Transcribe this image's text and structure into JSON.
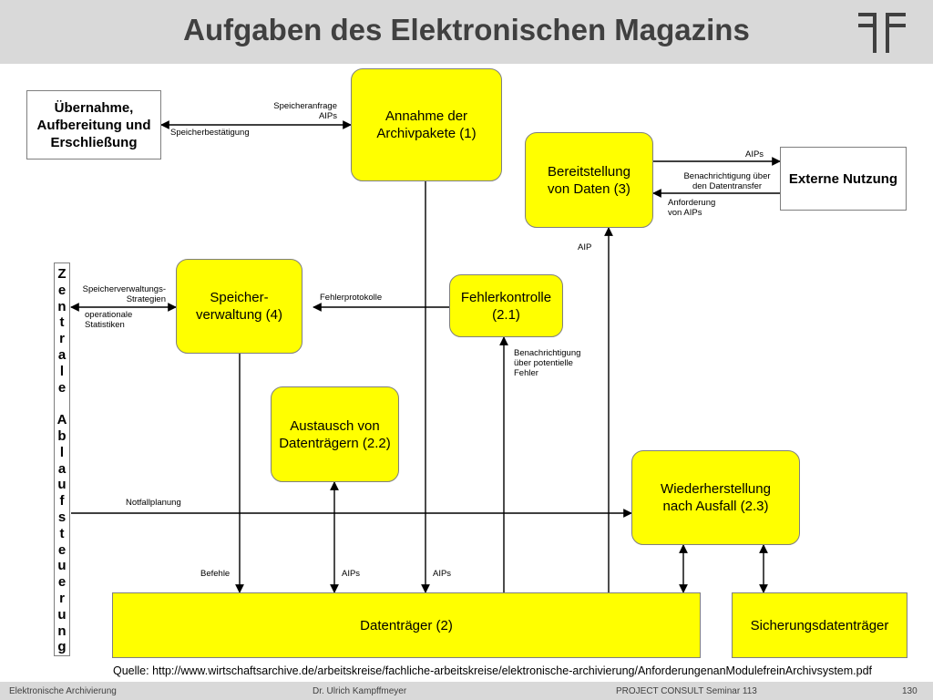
{
  "slide": {
    "title": "Aufgaben des Elektronischen Magazins",
    "source": "Quelle: http://www.wirtschaftsarchive.de/arbeitskreise/fachliche-arbeitskreise/elektronische-archivierung/AnforderungenanModulefreinArchivsystem.pdf"
  },
  "footer": {
    "left": "Elektronische Archivierung",
    "center": "Dr. Ulrich Kampffmeyer",
    "right": "PROJECT CONSULT Seminar 113",
    "page": "130"
  },
  "boxes": {
    "uebernahme": "Übernahme,\nAufbereitung und\nErschließung",
    "annahme": "Annahme der\nArchivpakete (1)",
    "bereitstellung": "Bereitstellung\nvon Daten (3)",
    "extern": "Externe Nutzung",
    "speicher": "Speicher-\nverwaltung (4)",
    "fehler": "Fehlerkontrolle\n(2.1)",
    "austausch": "Austausch von\nDatenträgern (2.2)",
    "wieder": "Wiederherstellung\nnach Ausfall (2.3)",
    "datentraeger": "Datenträger (2)",
    "sicherung": "Sicherungsdatenträger",
    "zentrale": [
      "Z",
      "e",
      "n",
      "t",
      "r",
      "a",
      "l",
      "e",
      "",
      "A",
      "b",
      "l",
      "a",
      "u",
      "f",
      "s",
      "t",
      "e",
      "u",
      "e",
      "r",
      "u",
      "n",
      "g"
    ]
  },
  "labels": {
    "speicheranfrage": "Speicheranfrage\nAIPs",
    "speicherbestaetigung": "Speicherbestätigung",
    "aips_out": "AIPs",
    "benachrichtigung_transfer": "Benachrichtigung über\nden Datentransfer",
    "anforderung": "Anforderung\nvon AIPs",
    "aip": "AIP",
    "verwaltungs_strategien": "Speicherverwaltungs-\nStrategien",
    "statistiken": "operationale\nStatistiken",
    "fehlerprotokolle": "Fehlerprotokolle",
    "benachrichtigung_fehler": "Benachrichtigung\nüber potentielle\nFehler",
    "notfallplanung": "Notfallplanung",
    "befehle": "Befehle",
    "aips_1": "AIPs",
    "aips_2": "AIPs"
  },
  "colors": {
    "box_fill": "#ffff00",
    "header_bg": "#d9d9d9",
    "title_color": "#404040"
  }
}
